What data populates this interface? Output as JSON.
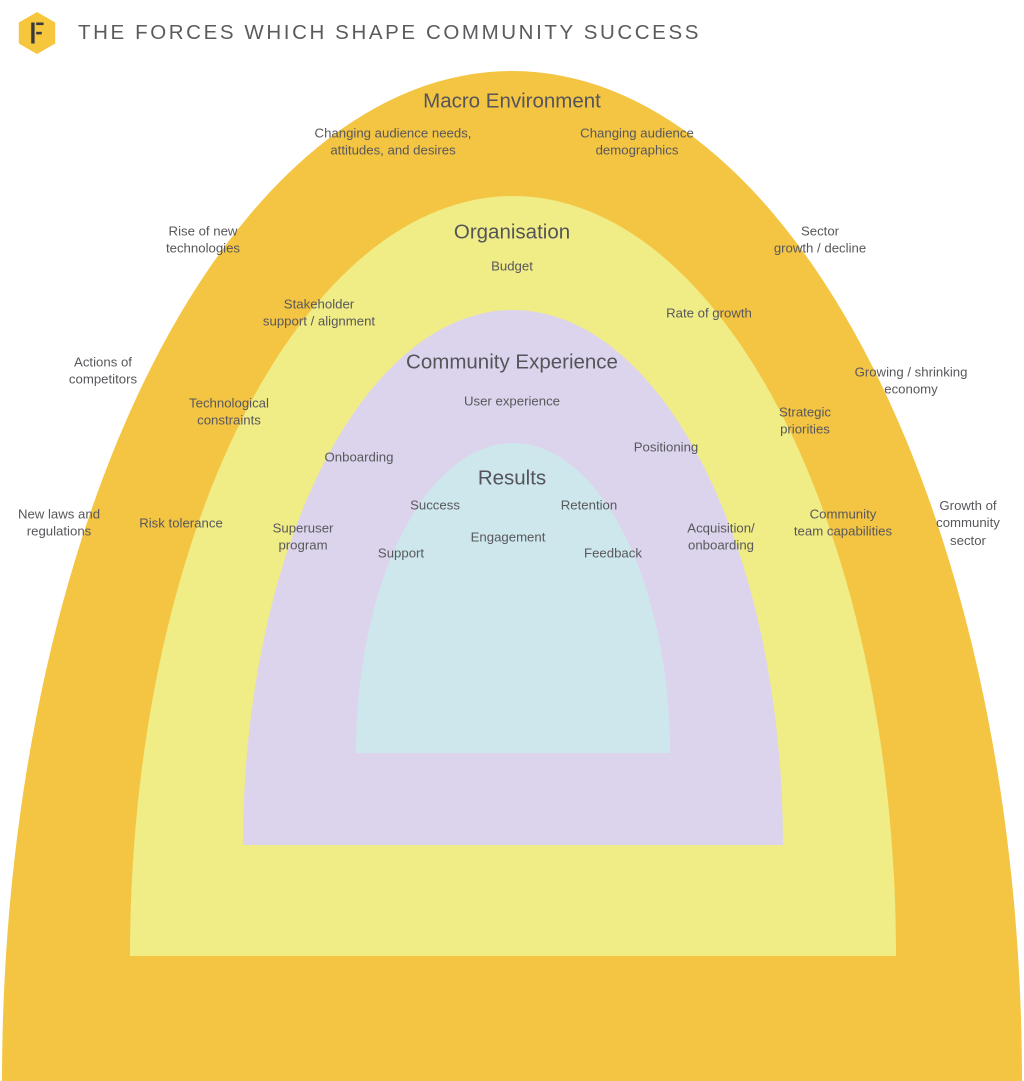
{
  "header": {
    "logo_icon": "hexagon-f-logo-icon",
    "logo_color": "#F6C63C",
    "title": "THE FORCES WHICH SHAPE COMMUNITY SUCCESS",
    "title_color": "#5b5b5f"
  },
  "diagram": {
    "type": "concentric-semicircle-layers",
    "text_color": "#58585c",
    "rings": [
      {
        "id": "macro-environment",
        "title": "Macro Environment",
        "color": "#F4C543",
        "items": [
          "Changing audience needs,\nattitudes, and desires",
          "Changing audience\ndemographics",
          "Rise of new\ntechnologies",
          "Sector\ngrowth / decline",
          "Actions of\ncompetitors",
          "Growing / shrinking\neconomy",
          "New laws and\nregulations",
          "Growth of\ncommunity sector"
        ]
      },
      {
        "id": "organisation",
        "title": "Organisation",
        "color": "#F0EC86",
        "items": [
          "Budget",
          "Stakeholder\nsupport / alignment",
          "Rate of growth",
          "Technological\nconstraints",
          "Strategic\npriorities",
          "Risk tolerance",
          "Community\nteam capabilities"
        ]
      },
      {
        "id": "community-experience",
        "title": "Community Experience",
        "color": "#DCD4EC",
        "items": [
          "User experience",
          "Onboarding",
          "Positioning",
          "Superuser\nprogram",
          "Acquisition/\nonboarding"
        ]
      },
      {
        "id": "results",
        "title": "Results",
        "color": "#CEE7EC",
        "items": [
          "Success",
          "Retention",
          "Engagement",
          "Support",
          "Feedback"
        ]
      }
    ]
  }
}
